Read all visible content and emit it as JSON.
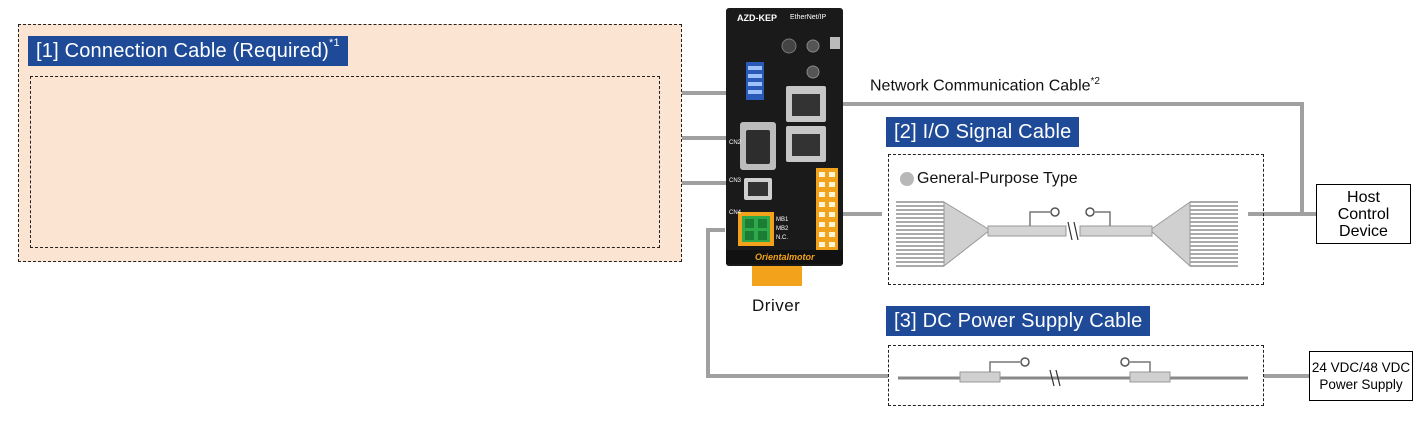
{
  "connection_cable": {
    "label": "[1] Connection Cable (Required)",
    "note": "*1"
  },
  "network_cable": {
    "label": "Network Communication Cable",
    "note": "*2"
  },
  "io_signal_cable": {
    "label": "[2] I/O Signal Cable",
    "type_label": "General-Purpose Type"
  },
  "dc_power_cable": {
    "label": "[3] DC Power Supply Cable"
  },
  "driver": {
    "label": "Driver",
    "model": "AZD-KEP",
    "protocol": "EtherNet/IP",
    "brand": "Orientalmotor",
    "connectors": [
      "CN2",
      "CN3",
      "CN4"
    ],
    "terminals": [
      "MB1",
      "MB2",
      "N.C."
    ]
  },
  "host": {
    "line1": "Host",
    "line2": "Control",
    "line3": "Device"
  },
  "power_supply": {
    "line1": "24 VDC/48 VDC",
    "line2": "Power Supply"
  },
  "colors": {
    "banner": "#1e4a97",
    "required_fill": "#fbe5d2",
    "line_gray": "#a0a0a0",
    "driver_body": "#1a1a1a",
    "terminal_green": "#2fa84a",
    "driver_orange": "#f2a31b"
  }
}
